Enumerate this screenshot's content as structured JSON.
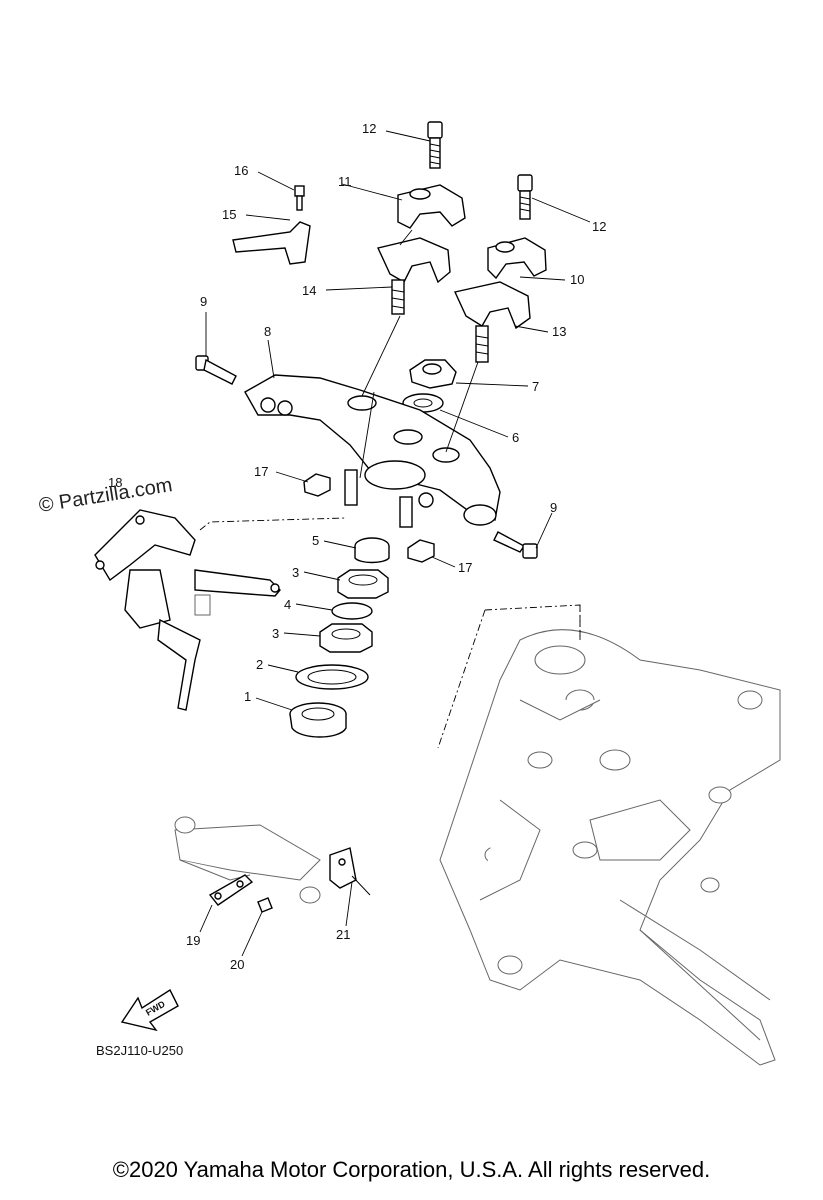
{
  "watermark": "© Partzilla.com",
  "diagram_code": "BS2J110-U250",
  "fwd_label": "FWD",
  "copyright": "©2020 Yamaha Motor Corporation, U.S.A. All rights reserved.",
  "callouts": {
    "c1": "1",
    "c2": "2",
    "c3a": "3",
    "c3b": "3",
    "c4": "4",
    "c5": "5",
    "c6": "6",
    "c7": "7",
    "c8": "8",
    "c9a": "9",
    "c9b": "9",
    "c10": "10",
    "c11": "11",
    "c12a": "12",
    "c12b": "12",
    "c13": "13",
    "c14": "14",
    "c15": "15",
    "c16": "16",
    "c17a": "17",
    "c17b": "17",
    "c18": "18",
    "c19": "19",
    "c20": "20",
    "c21": "21"
  }
}
